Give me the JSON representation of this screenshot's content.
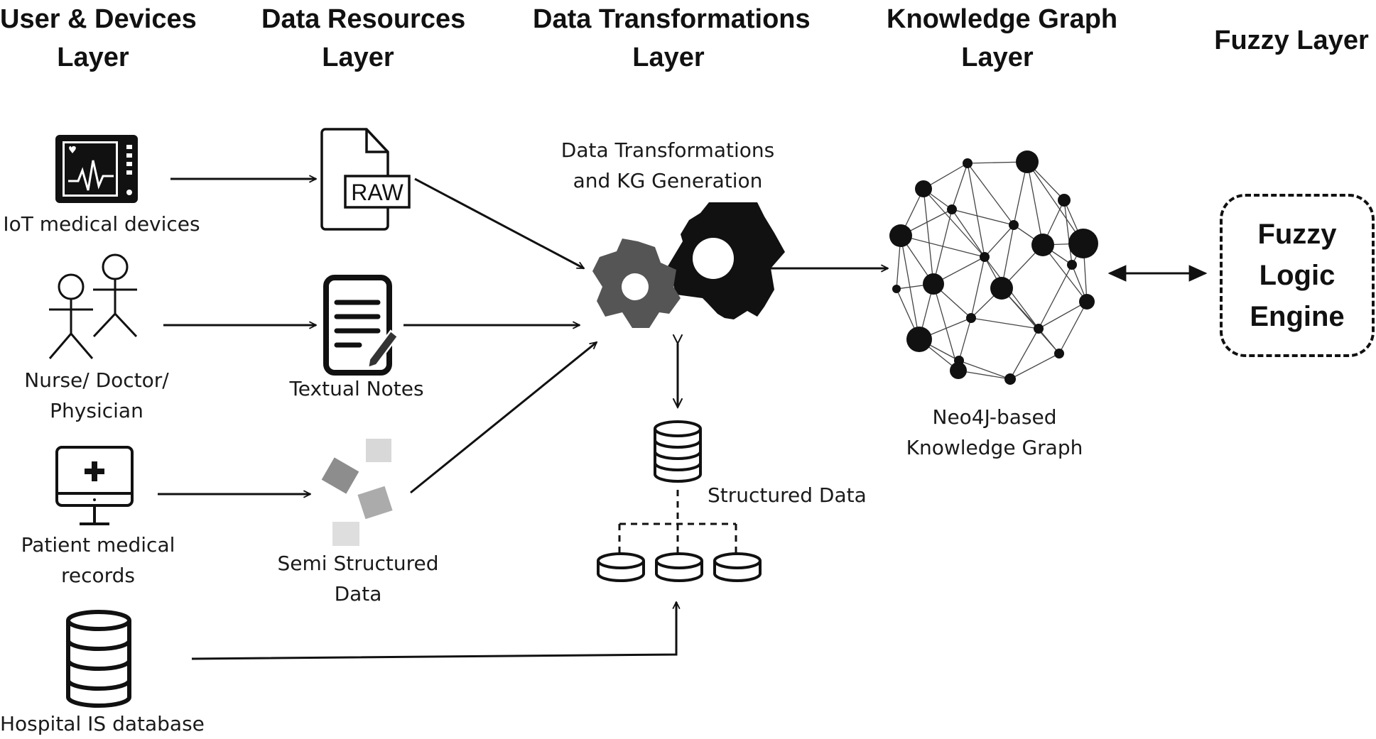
{
  "layers": [
    {
      "line1": "User & Devices",
      "line2": "Layer"
    },
    {
      "line1": "Data Resources",
      "line2": "Layer"
    },
    {
      "line1": "Data Transformations",
      "line2": "Layer"
    },
    {
      "line1": "Knowledge Graph",
      "line2": "Layer"
    },
    {
      "line1": "Fuzzy Layer",
      "line2": ""
    }
  ],
  "users": {
    "iot": "IoT medical devices",
    "staff_line1": "Nurse/ Doctor/",
    "staff_line2": "Physician",
    "records_line1": "Patient medical",
    "records_line2": "records",
    "hospital_db": "Hospital IS database"
  },
  "resources": {
    "raw_icon_text": "RAW",
    "textual_notes": "Textual Notes",
    "semi_line1": "Semi Structured",
    "semi_line2": "Data"
  },
  "transform": {
    "title_line1": "Data Transformations",
    "title_line2": "and KG Generation",
    "structured_data": "Structured Data"
  },
  "knowledge_graph": {
    "line1": "Neo4J-based",
    "line2": "Knowledge Graph"
  },
  "fuzzy": {
    "line1": "Fuzzy",
    "line2": "Logic",
    "line3": "Engine"
  }
}
